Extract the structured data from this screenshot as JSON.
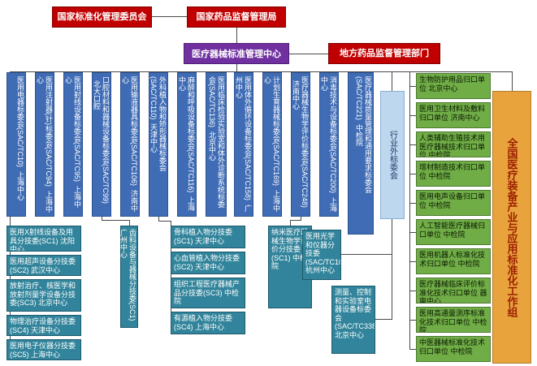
{
  "header": {
    "standards_committee": "国家标准化管理委员会",
    "nmpa": "国家药品监督管理局",
    "device_center": "医疗器械标准管理中心",
    "local_regulators": "地方药品监督管理部门"
  },
  "committees": [
    {
      "name": "医用电器标委会",
      "code": "(SAC/TC10)",
      "city": "上海中心"
    },
    {
      "name": "医用注射器(针)标委会",
      "code": "(SAC/TC94)",
      "city": "上海中心"
    },
    {
      "name": "医用射线设备标委会",
      "code": "(SAC/TC95)",
      "city": "上海中心"
    },
    {
      "name": "口腔材料和器械设备标委会",
      "code": "(SAC/TC99)",
      "city": "北大口腔"
    },
    {
      "name": "医用输液器具标委会",
      "code": "(SAC/TC106)",
      "city": "济南中心"
    },
    {
      "name": "外科植入物和矫形器械标委会",
      "code": "(SAC/TC110)",
      "city": "天津中心"
    },
    {
      "name": "麻醉和呼吸设备标委会",
      "code": "(SAC/TC116)",
      "city": "上海中心"
    },
    {
      "name": "医用临床检验实验室和体外诊断系统标委会",
      "code": "(SAC/TC136)",
      "city": "北京中心"
    },
    {
      "name": "医用体外循环设备标委会",
      "code": "(SAC/TC158)",
      "city": "广州中心"
    },
    {
      "name": "计划生育器械标委会",
      "code": "(SAC/TC169)",
      "city": "上海中心"
    },
    {
      "name": "医疗器械生物学评价标委会",
      "code": "(SAC/TC248)",
      "city": "济南中心"
    },
    {
      "name": "消毒技术与设备标委会",
      "code": "(SAC/TC200)",
      "city": "上海中心"
    },
    {
      "name": "医疗器械质量管理和通用要求标委会",
      "code": "(SAC/TC221)",
      "city": "中检院"
    }
  ],
  "tc10_subcommittees": [
    {
      "name": "医用X射线设备及用具分技委(SC1)",
      "city": "沈阳中心"
    },
    {
      "name": "医用超声设备分技委(SC2)",
      "city": "武汉中心"
    },
    {
      "name": "放射治疗、核医学和放射剂量学设备分技委(SC3)",
      "city": "北京中心"
    },
    {
      "name": "物理治疗设备分技委(SC4)",
      "city": "天津中心"
    },
    {
      "name": "医用电子仪器分技委(SC5)",
      "city": "上海中心"
    }
  ],
  "tc99_subcommittee": {
    "name": "齿科设备与器械分技委(SC1)",
    "city": "广州中心"
  },
  "tc110_subcommittees": [
    {
      "name": "骨科植入物分技委(SC1)",
      "city": "天津中心"
    },
    {
      "name": "心血管植入物分技委(SC2)",
      "city": "天津中心"
    },
    {
      "name": "组织工程医疗器械产品分技委(SC3)",
      "city": "中检院"
    },
    {
      "name": "有源植入物分技委(SC4)",
      "city": "上海中心"
    }
  ],
  "tc248_subcommittee": {
    "name": "纳米医疗器械生物学评价分技委(SC1)",
    "city": "中检院"
  },
  "external": {
    "label": "行业外标委会",
    "items": [
      {
        "name": "医用光学和仪器分技委",
        "code": "(SAC/TC103/SC1)",
        "city": "杭州中心"
      },
      {
        "name": "测量、控制和实验室电器设备标委会",
        "code": "(SAC/TC338/SC1)",
        "city": "北京中心"
      }
    ]
  },
  "focal_points": [
    {
      "name": "生物防护用品归口单位",
      "unit": "北京中心"
    },
    {
      "name": "医用卫生材料及敷料归口单位",
      "unit": "济南中心"
    },
    {
      "name": "人类辅助生殖技术用医疗器械技术归口单位",
      "unit": "中检院"
    },
    {
      "name": "增材制造技术归口单位",
      "unit": "中检院"
    },
    {
      "name": "医用电声设备归口单位",
      "unit": "中检院"
    },
    {
      "name": "人工智能医疗器械归口单位",
      "unit": "中检院"
    },
    {
      "name": "医用机器人标准化技术归口单位",
      "unit": "中检院"
    },
    {
      "name": "医疗器械临床评价标准化技术归口单位",
      "unit": "器审中心"
    },
    {
      "name": "医用高通量测序标准化技术归口单位",
      "unit": "中检院"
    },
    {
      "name": "中医器械标准化技术归口单位",
      "unit": "中检院"
    }
  ],
  "workgroup": {
    "label": "全国医疗装备产业与应用标准化工作组"
  },
  "colors": {
    "red": "#C00000",
    "purple": "#7030A0",
    "blue": "#3F6CB5",
    "teal": "#31849B",
    "pale_blue": "#BDD7EE",
    "green": "#70AD47",
    "orange": "#E8A33D"
  }
}
